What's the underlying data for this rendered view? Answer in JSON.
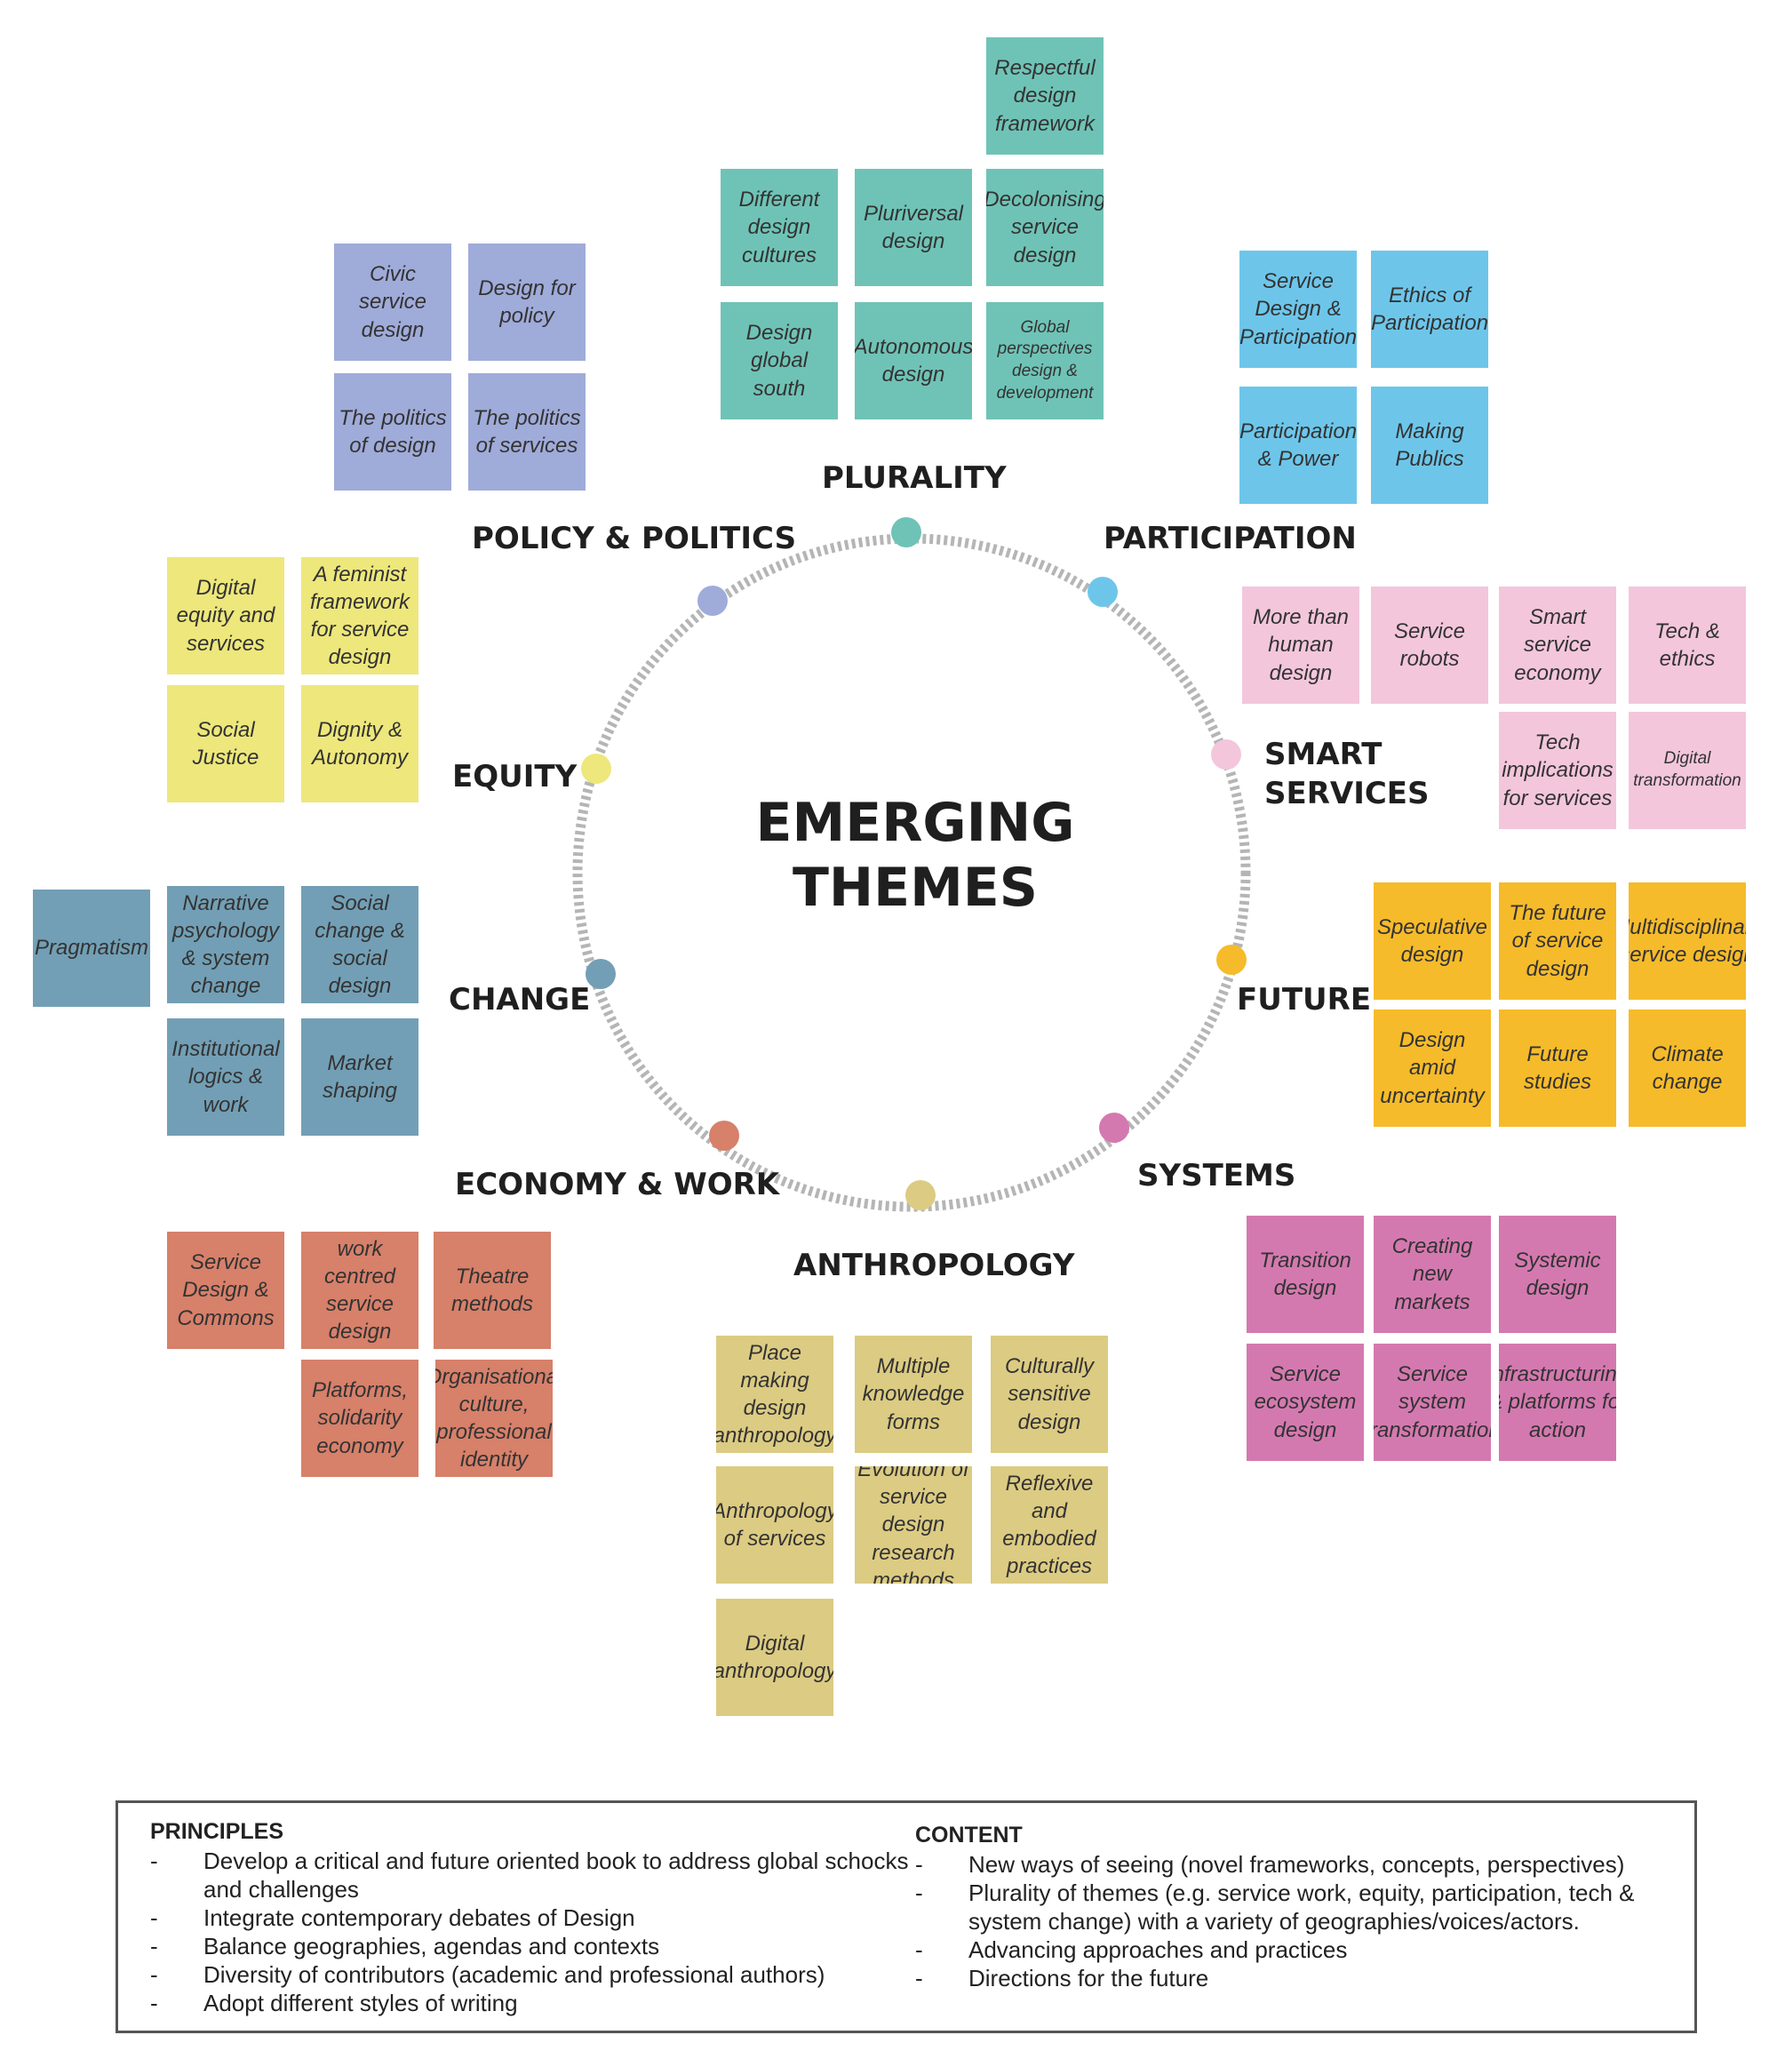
{
  "center_title": {
    "line1": "EMERGING",
    "line2": "THEMES"
  },
  "colors": {
    "plurality": "#6fc3b6",
    "participation": "#6dc6ea",
    "smart_services": "#f3c6dc",
    "future": "#f6bb2a",
    "systems": "#d479b0",
    "anthropology": "#dccb82",
    "economy_work": "#d7806a",
    "change": "#729fb5",
    "equity": "#ede77c",
    "policy_politics": "#9fabd9",
    "ring": "#b5b5b5"
  },
  "themes": {
    "plurality": {
      "label": "PLURALITY",
      "notes": [
        "Respectful design framework",
        "Different design cultures",
        "Pluriversal design",
        "Decolonising service design",
        "Design global south",
        "Autonomous design",
        "Global perspectives design & development"
      ]
    },
    "participation": {
      "label": "PARTICIPATION",
      "notes": [
        "Service Design & Participation",
        "Ethics of Participation",
        "Participation & Power",
        "Making Publics"
      ]
    },
    "smart_services": {
      "label_line1": "SMART",
      "label_line2": "SERVICES",
      "notes": [
        "More than human design",
        "Service robots",
        "Smart service economy",
        "Tech & ethics",
        "Tech implications for services",
        "Digital transformation"
      ]
    },
    "future": {
      "label": "FUTURE",
      "notes": [
        "Speculative design",
        "The future of service design",
        "Multidisciplinary service design",
        "Design amid uncertainty",
        "Future studies",
        "Climate change"
      ]
    },
    "systems": {
      "label": "SYSTEMS",
      "notes": [
        "Transition design",
        "Creating new markets",
        "Systemic design",
        "Service ecosystem design",
        "Service system transformation",
        "Infrastructuring & platforms for action"
      ]
    },
    "anthropology": {
      "label": "ANTHROPOLOGY",
      "notes": [
        "Place making design anthropology",
        "Multiple knowledge forms",
        "Culturally sensitive design",
        "Anthropology of services",
        "Evolution of service design research methods",
        "Reflexive and embodied practices",
        "Digital anthropology"
      ]
    },
    "economy_work": {
      "label": "ECONOMY & WORK",
      "notes": [
        "Service Design & Commons",
        "work centred service design",
        "Theatre methods",
        "Platforms, solidarity economy",
        "Organisational culture, professional identity"
      ]
    },
    "change": {
      "label": "CHANGE",
      "notes": [
        "Pragmatism",
        "Narrative psychology & system change",
        "Social change & social design",
        "Institutional logics & work",
        "Market shaping"
      ]
    },
    "equity": {
      "label": "EQUITY",
      "notes": [
        "Digital equity and services",
        "A feminist framework for service design",
        "Social Justice",
        "Dignity & Autonomy"
      ]
    },
    "policy_politics": {
      "label": "POLICY & POLITICS",
      "notes": [
        "Civic service design",
        "Design for policy",
        "The politics of design",
        "The politics of services"
      ]
    }
  },
  "principles": {
    "heading": "PRINCIPLES",
    "items": [
      "Develop a critical and future oriented book to address global schocks and challenges",
      "Integrate contemporary debates of Design",
      "Balance geographies, agendas and contexts",
      "Diversity of contributors (academic and professional authors)",
      "Adopt different styles of writing"
    ]
  },
  "content": {
    "heading": "CONTENT",
    "items": [
      "New ways of seeing (novel frameworks, concepts, perspectives)",
      "Plurality of themes (e.g. service work, equity, participation, tech & system change) with a variety of geographies/voices/actors.",
      "Advancing approaches and practices",
      "Directions for the future"
    ]
  },
  "bullet_dash": "-"
}
